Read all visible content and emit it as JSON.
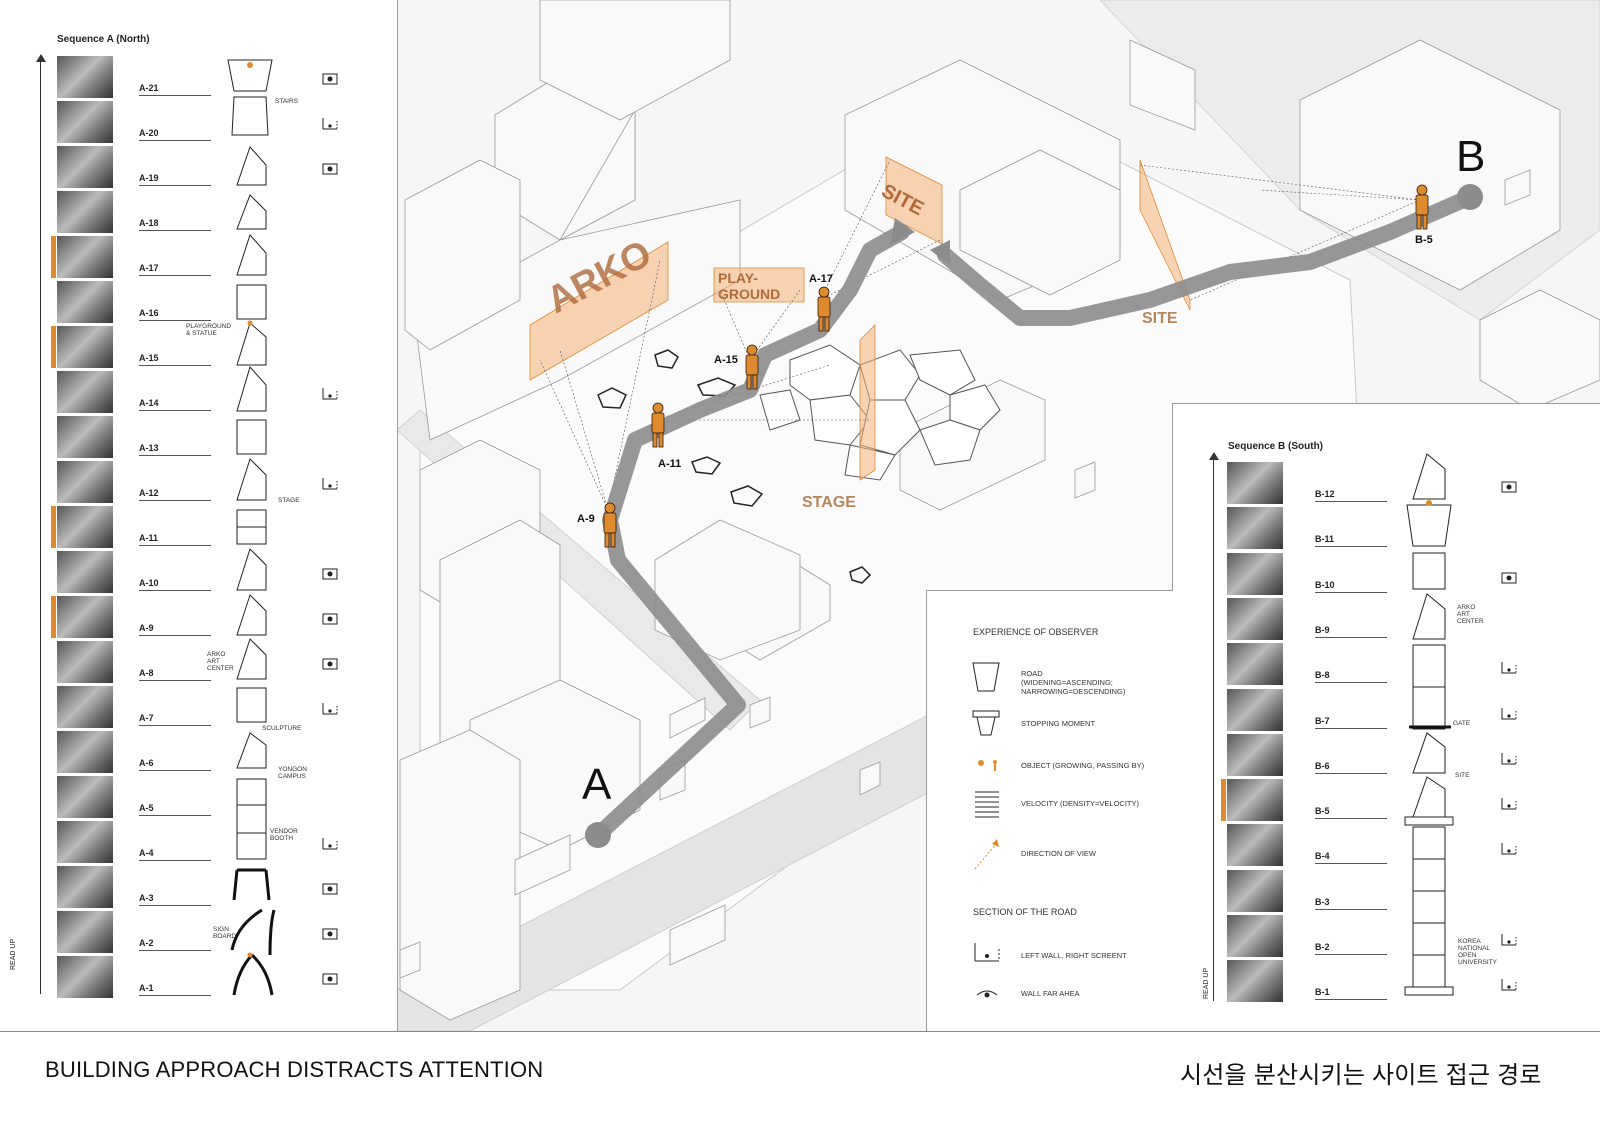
{
  "sequence_a": {
    "title": "Sequence A (North)",
    "read_up": "READ UP",
    "items": [
      "A-21",
      "A-20",
      "A-19",
      "A-18",
      "A-17",
      "A-16",
      "A-15",
      "A-14",
      "A-13",
      "A-12",
      "A-11",
      "A-10",
      "A-9",
      "A-8",
      "A-7",
      "A-6",
      "A-5",
      "A-4",
      "A-3",
      "A-2",
      "A-1"
    ],
    "highlighted": [
      "A-17",
      "A-15",
      "A-11",
      "A-9"
    ],
    "notes": {
      "stairs": "STAIRS",
      "playground": "PLAYGROUND\n& STATUE",
      "stage": "STAGE",
      "arko": "ARKO\nART\nCENTER",
      "sculpture": "SCULPTURE",
      "yongon": "YONGON\nCAMPUS",
      "vendor": "VENDOR\nBOOTH",
      "sign": "SIGN\nBOARD"
    }
  },
  "sequence_b": {
    "title": "Sequence B (South)",
    "read_up": "READ UP",
    "items": [
      "B-12",
      "B-11",
      "B-10",
      "B-9",
      "B-8",
      "B-7",
      "B-6",
      "B-5",
      "B-4",
      "B-3",
      "B-2",
      "B-1"
    ],
    "highlighted": [
      "B-5"
    ],
    "notes": {
      "arko": "ARKO\nART\nCENTER",
      "gate": "GATE",
      "site": "SITE",
      "knou": "KOREA\nNATIONAL\nOPEN\nUNIVERSITY"
    }
  },
  "map": {
    "places": {
      "arko": "ARKO",
      "playground": "PLAY-\nGROUND",
      "site_top": "SITE",
      "site_right": "SITE",
      "stage": "STAGE"
    },
    "observers": [
      "A-9",
      "A-11",
      "A-15",
      "A-17",
      "B-5"
    ],
    "start": "A",
    "end": "B",
    "accent_color": "#e08a2e",
    "path_color": "#8c8c8c"
  },
  "legend": {
    "experience_heading": "EXPERIENCE OF OBSERVER",
    "items": [
      {
        "icon": "road-icon",
        "text": "ROAD\n(WIDENING=ASCENDING;\nNARROWING=DESCENDING)"
      },
      {
        "icon": "stopping-moment-icon",
        "text": "STOPPING MOMENT"
      },
      {
        "icon": "object-icon",
        "text": "OBJECT (GROWING, PASSING BY)"
      },
      {
        "icon": "velocity-icon",
        "text": "VELOCITY (DENSITY=VELOCITY)"
      },
      {
        "icon": "direction-of-view-icon",
        "text": "DIRECTION OF VIEW"
      }
    ],
    "section_heading": "SECTION OF THE ROAD",
    "section_items": [
      {
        "icon": "left-wall-icon",
        "text": "LEFT WALL, RIGHT SCREENT"
      },
      {
        "icon": "wall-far-ahead-icon",
        "text": "WALL FAR AHEA"
      }
    ]
  },
  "footer": {
    "title_en": "BUILDING APPROACH DISTRACTS ATTENTION",
    "title_ko": "시선을 분산시키는 사이트 접근 경로"
  }
}
